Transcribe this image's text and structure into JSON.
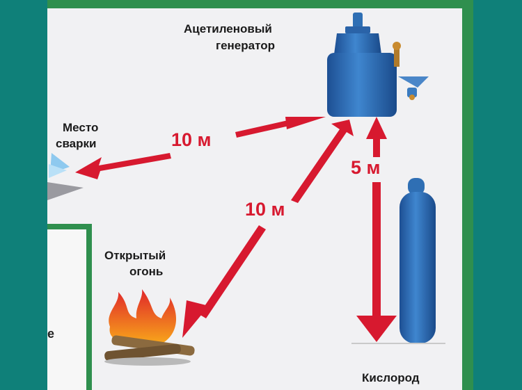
{
  "labels": {
    "generator_line1": "Ацетиленовый",
    "generator_line2": "генератор",
    "welding_line1": "Место",
    "welding_line2": "сварки",
    "fire_line1": "Открытый",
    "fire_line2": "огонь",
    "oxygen": "Кислород",
    "inset_letter": "е"
  },
  "distances": {
    "to_welding": "10 м",
    "to_fire": "10 м",
    "to_oxygen": "5 м"
  },
  "colors": {
    "background": "#0f8079",
    "poster": "#f1f1f3",
    "frame": "#2f8f4e",
    "arrow": "#d7192f",
    "equipment": "#2f6fb4"
  },
  "icons": [
    "acetylene-generator-icon",
    "welding-spot-icon",
    "campfire-icon",
    "oxygen-cylinder-icon"
  ]
}
